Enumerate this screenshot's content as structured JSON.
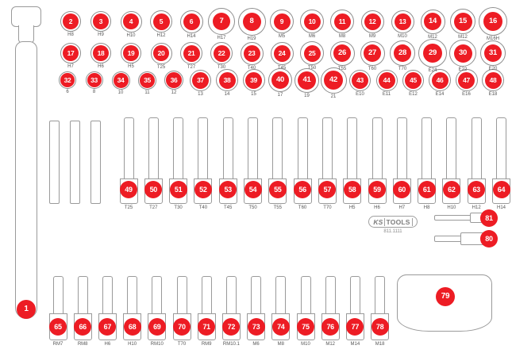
{
  "meta": {
    "brand": "KS TOOLS",
    "brand_ks": "KS",
    "brand_tools": "TOOLS",
    "part_number": "811.1111"
  },
  "sockets": {
    "row1": [
      {
        "n": "2",
        "size": "H8"
      },
      {
        "n": "3",
        "size": "H9"
      },
      {
        "n": "4",
        "size": "H10"
      },
      {
        "n": "5",
        "size": "H12"
      },
      {
        "n": "6",
        "size": "H14"
      },
      {
        "n": "7",
        "size": "H17"
      },
      {
        "n": "8",
        "size": "H19"
      },
      {
        "n": "9",
        "size": "M5"
      },
      {
        "n": "10",
        "size": "M6"
      },
      {
        "n": "11",
        "size": "M8"
      },
      {
        "n": "12",
        "size": "M9"
      },
      {
        "n": "13",
        "size": "M10"
      },
      {
        "n": "14",
        "size": "M12"
      },
      {
        "n": "15",
        "size": "M12"
      },
      {
        "n": "16",
        "size": "M16H"
      }
    ],
    "row2": [
      {
        "n": "17",
        "size": "H7"
      },
      {
        "n": "18",
        "size": "H6"
      },
      {
        "n": "19",
        "size": "H5"
      },
      {
        "n": "20",
        "size": "T25"
      },
      {
        "n": "21",
        "size": "T27"
      },
      {
        "n": "22",
        "size": "T30"
      },
      {
        "n": "23",
        "size": "T40"
      },
      {
        "n": "24",
        "size": "T45"
      },
      {
        "n": "25",
        "size": "T50"
      },
      {
        "n": "26",
        "size": "T55"
      },
      {
        "n": "27",
        "size": "T60"
      },
      {
        "n": "28",
        "size": "T70"
      },
      {
        "n": "29",
        "size": "E24"
      },
      {
        "n": "30",
        "size": "E22"
      },
      {
        "n": "31",
        "size": "E20"
      }
    ],
    "row3": [
      {
        "n": "32",
        "size": "6"
      },
      {
        "n": "33",
        "size": "8"
      },
      {
        "n": "34",
        "size": "10"
      },
      {
        "n": "35",
        "size": "11"
      },
      {
        "n": "36",
        "size": "12"
      },
      {
        "n": "37",
        "size": "13"
      },
      {
        "n": "38",
        "size": "14"
      },
      {
        "n": "39",
        "size": "15"
      },
      {
        "n": "40",
        "size": "17"
      },
      {
        "n": "41",
        "size": "19"
      },
      {
        "n": "42",
        "size": "21"
      },
      {
        "n": "43",
        "size": "E10"
      },
      {
        "n": "44",
        "size": "E11"
      },
      {
        "n": "45",
        "size": "E12"
      },
      {
        "n": "46",
        "size": "E14"
      },
      {
        "n": "47",
        "size": "E16"
      },
      {
        "n": "48",
        "size": "E18"
      }
    ]
  },
  "bits_middle": [
    {
      "n": "49",
      "size": "T25"
    },
    {
      "n": "50",
      "size": "T27"
    },
    {
      "n": "51",
      "size": "T30"
    },
    {
      "n": "52",
      "size": "T40"
    },
    {
      "n": "53",
      "size": "T45"
    },
    {
      "n": "54",
      "size": "T50"
    },
    {
      "n": "55",
      "size": "T55"
    },
    {
      "n": "56",
      "size": "T60"
    },
    {
      "n": "57",
      "size": "T70"
    },
    {
      "n": "58",
      "size": "H5"
    },
    {
      "n": "59",
      "size": "H6"
    },
    {
      "n": "60",
      "size": "H7"
    },
    {
      "n": "61",
      "size": "H8"
    },
    {
      "n": "62",
      "size": "H10"
    },
    {
      "n": "63",
      "size": "H12"
    },
    {
      "n": "64",
      "size": "H14"
    }
  ],
  "bits_bottom": [
    {
      "n": "65",
      "size": "RM7"
    },
    {
      "n": "66",
      "size": "RM8"
    },
    {
      "n": "67",
      "size": "H6"
    },
    {
      "n": "68",
      "size": "H10"
    },
    {
      "n": "69",
      "size": "RM10"
    },
    {
      "n": "70",
      "size": "T70"
    },
    {
      "n": "71",
      "size": "RM9"
    },
    {
      "n": "72",
      "size": "RM10.1"
    },
    {
      "n": "73",
      "size": "M6"
    },
    {
      "n": "74",
      "size": "M8"
    },
    {
      "n": "75",
      "size": "M10"
    },
    {
      "n": "76",
      "size": "M12"
    },
    {
      "n": "77",
      "size": "M14"
    },
    {
      "n": "78",
      "size": "M18"
    }
  ],
  "singles": {
    "handle": "1",
    "tray": "79",
    "punch_lower": "80",
    "punch_upper": "81"
  },
  "colors": {
    "badge": "#ed1c24",
    "outline": "#9a9a9a",
    "label": "#555555",
    "background": "#ffffff"
  }
}
